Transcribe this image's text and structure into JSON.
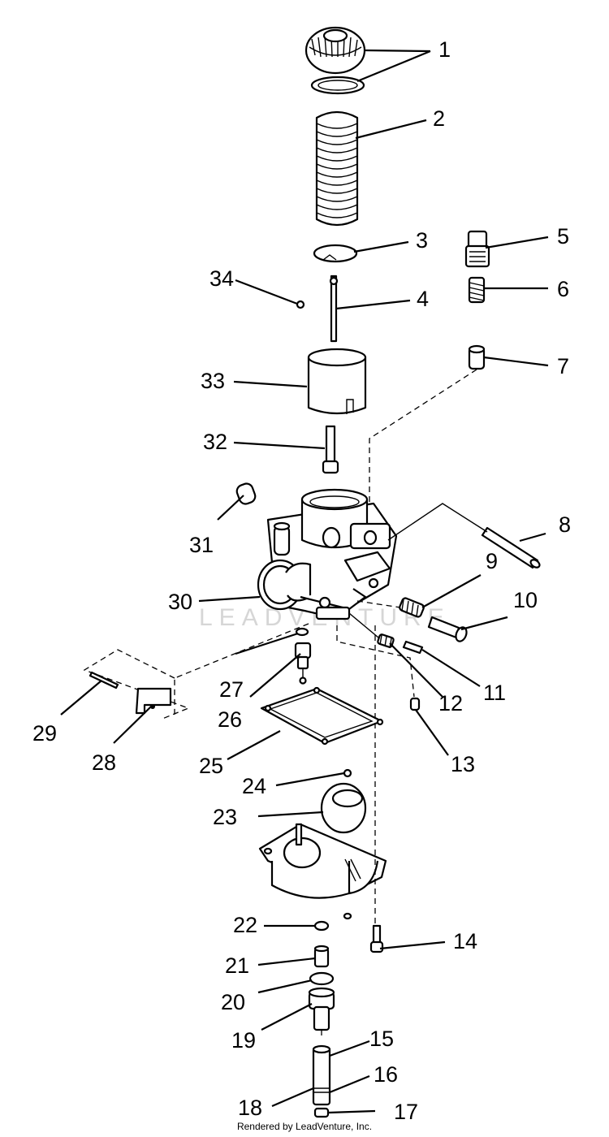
{
  "watermark": "LEADVENTURE",
  "footer": "Rendered by LeadVenture, Inc.",
  "callouts": [
    "1",
    "2",
    "3",
    "4",
    "5",
    "6",
    "7",
    "8",
    "9",
    "10",
    "11",
    "12",
    "13",
    "14",
    "15",
    "16",
    "17",
    "18",
    "19",
    "20",
    "21",
    "22",
    "23",
    "24",
    "25",
    "26",
    "27",
    "28",
    "29",
    "30",
    "31",
    "32",
    "33",
    "34"
  ]
}
